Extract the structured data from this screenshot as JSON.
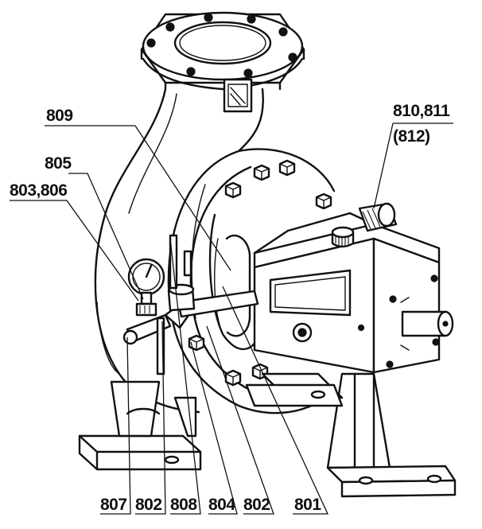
{
  "callouts": [
    {
      "id": "c809",
      "label": "809"
    },
    {
      "id": "c810",
      "label": "810,811"
    },
    {
      "id": "c812",
      "label": "(812)"
    },
    {
      "id": "c805",
      "label": "805"
    },
    {
      "id": "c803",
      "label": "803,806"
    },
    {
      "id": "c807",
      "label": "807"
    },
    {
      "id": "c802a",
      "label": "802"
    },
    {
      "id": "c808",
      "label": "808"
    },
    {
      "id": "c804",
      "label": "804"
    },
    {
      "id": "c802b",
      "label": "802"
    },
    {
      "id": "c801",
      "label": "801"
    }
  ]
}
